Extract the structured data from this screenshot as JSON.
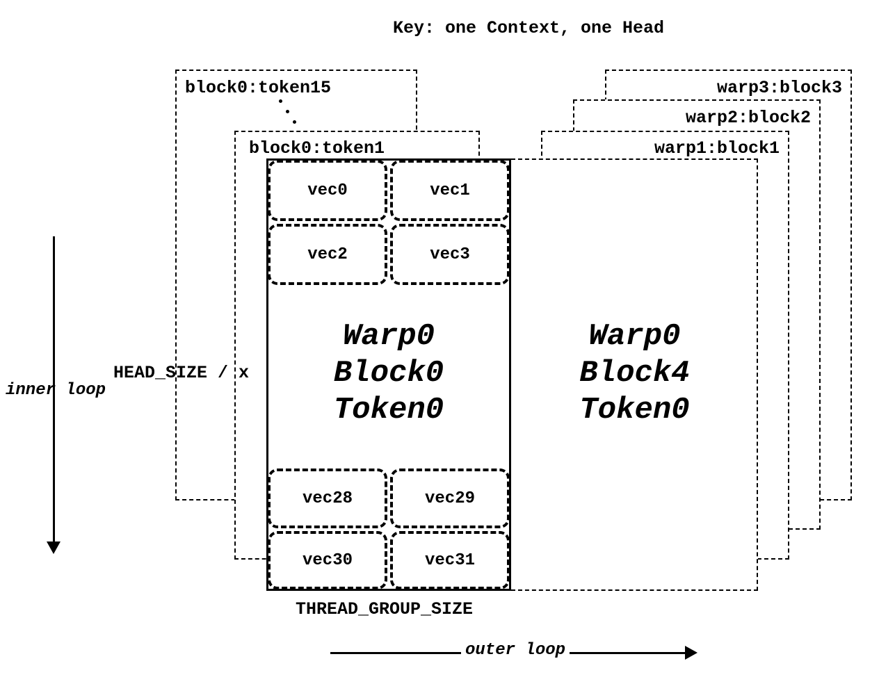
{
  "title": "Key: one Context, one Head",
  "left_stack": {
    "token15_label": "block0:token15",
    "token1_label": "block0:token1"
  },
  "right_stack": {
    "warp3_label": "warp3:block3",
    "warp2_label": "warp2:block2",
    "warp1_label": "warp1:block1"
  },
  "main_block": {
    "lines": [
      "Warp0",
      "Block0",
      "Token0"
    ],
    "vecs_top": [
      "vec0",
      "vec1",
      "vec2",
      "vec3"
    ],
    "vecs_bottom": [
      "vec28",
      "vec29",
      "vec30",
      "vec31"
    ]
  },
  "right_block": {
    "lines": [
      "Warp0",
      "Block4",
      "Token0"
    ]
  },
  "annotations": {
    "inner_loop": "inner loop",
    "outer_loop": "outer loop",
    "head_size": "HEAD_SIZE / x",
    "thread_group_size": "THREAD_GROUP_SIZE"
  }
}
